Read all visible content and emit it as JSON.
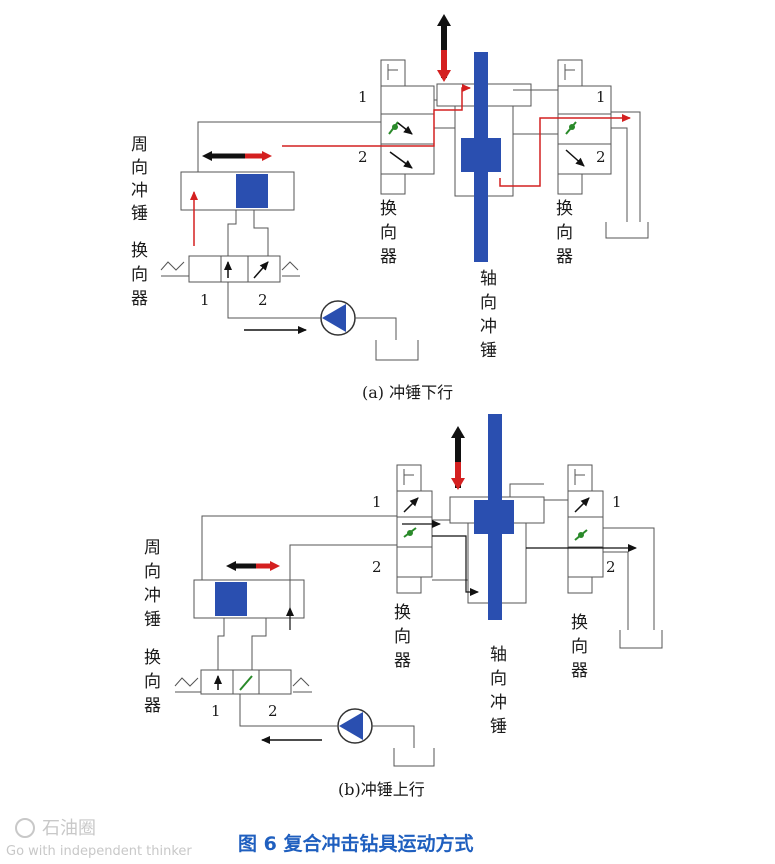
{
  "diagram_a": {
    "caption": "(a) 冲锤下行",
    "circ_hammer_label": [
      "周",
      "向",
      "冲",
      "锤"
    ],
    "circ_valve_label": [
      "换",
      "向",
      "器"
    ],
    "axial_hammer_label": [
      "轴",
      "向",
      "冲",
      "锤"
    ],
    "left_changer_label": [
      "换",
      "向",
      "器"
    ],
    "right_changer_label": [
      "换",
      "向",
      "器"
    ],
    "port1": "1",
    "port2": "2"
  },
  "diagram_b": {
    "caption": "(b)冲锤上行",
    "circ_hammer_label": [
      "周",
      "向",
      "冲",
      "锤"
    ],
    "circ_valve_label": [
      "换",
      "向",
      "器"
    ],
    "axial_hammer_label": [
      "轴",
      "向",
      "冲",
      "锤"
    ],
    "left_changer_label": [
      "换",
      "向",
      "器"
    ],
    "right_changer_label": [
      "换",
      "向",
      "器"
    ],
    "port1": "1",
    "port2": "2"
  },
  "figure_title": "图 6    复合冲击钻具运动方式",
  "watermark": {
    "logo": "石油圈",
    "tagline": "Go with independent thinker"
  },
  "colors": {
    "hammer_blue": "#2a4fb0",
    "flow_red": "#d42020",
    "line_gray": "#555555",
    "title_blue": "#1f5fbf"
  }
}
